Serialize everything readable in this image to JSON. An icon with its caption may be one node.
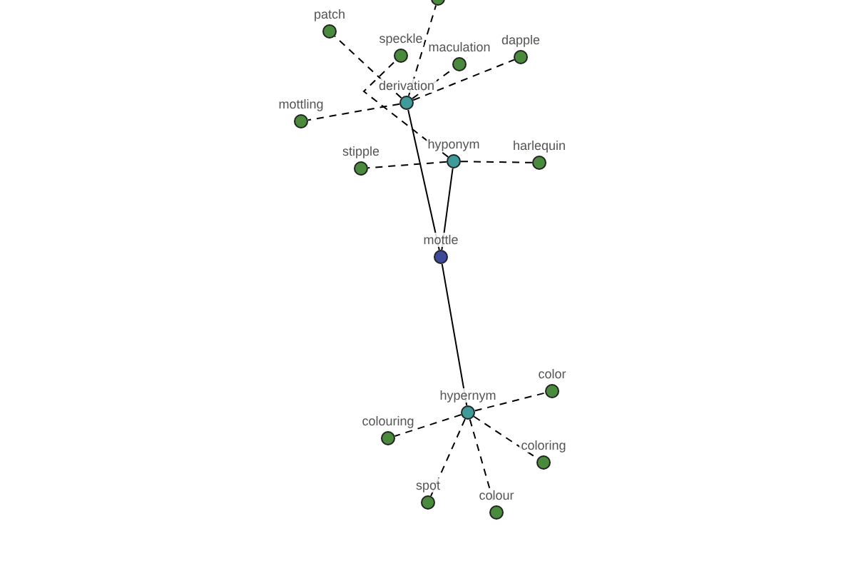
{
  "diagram": {
    "nodes": [
      {
        "text": [],
        "shape": "circle"
      },
      {
        "text": [
          "patch"
        ]
      },
      {
        "text": [
          "speckle"
        ]
      },
      {
        "text": [
          "dapple"
        ]
      },
      {
        "text": [
          "maculation"
        ]
      },
      {
        "text": [
          "derivation"
        ]
      },
      {
        "text": [
          "mottling"
        ]
      },
      {
        "text": [
          "hyponym"
        ]
      },
      {
        "text": [
          "stipple"
        ]
      },
      {
        "text": [
          "harlequin"
        ]
      },
      {
        "text": [
          "mottle"
        ]
      },
      {
        "text": [
          "color"
        ]
      },
      {
        "text": [
          "hypernym"
        ]
      },
      {
        "text": [
          "colouring"
        ]
      },
      {
        "text": [
          "coloring"
        ]
      },
      {
        "text": [
          "spot"
        ]
      },
      {
        "text": [
          "colour"
        ]
      }
    ],
    "edges": [
      {
        "from": 10,
        "to": 5,
        "arrow": "none"
      },
      {
        "from": 10,
        "to": 7,
        "arrow": "none"
      },
      {
        "from": 10,
        "to": 12,
        "arrow": "none"
      },
      {
        "from": 5,
        "to": 0,
        "arrow": "none",
        "style": "dashed"
      },
      {
        "from": 5,
        "to": 1,
        "arrow": "none",
        "style": "dashed"
      },
      {
        "from": 5,
        "to": 3,
        "arrow": "none",
        "style": "dashed"
      },
      {
        "from": 5,
        "to": 4,
        "arrow": "none",
        "style": "dashed"
      },
      {
        "from": 5,
        "to": 6,
        "arrow": "none",
        "style": "dashed"
      },
      {
        "from": 7,
        "to": 2,
        "arrow": "none",
        "style": "dashed"
      },
      {
        "from": 7,
        "to": 8,
        "arrow": "none",
        "style": "dashed"
      },
      {
        "from": 7,
        "to": 9,
        "arrow": "none",
        "style": "dashed"
      },
      {
        "from": 12,
        "to": 11,
        "arrow": "none",
        "style": "dashed"
      },
      {
        "from": 12,
        "to": 13,
        "arrow": "none",
        "style": "dashed"
      },
      {
        "from": 12,
        "to": 14,
        "arrow": "none",
        "style": "dashed"
      },
      {
        "from": 12,
        "to": 15,
        "arrow": "none",
        "style": "dashed"
      },
      {
        "from": 12,
        "to": 16,
        "arrow": "none",
        "style": "dashed"
      }
    ]
  }
}
